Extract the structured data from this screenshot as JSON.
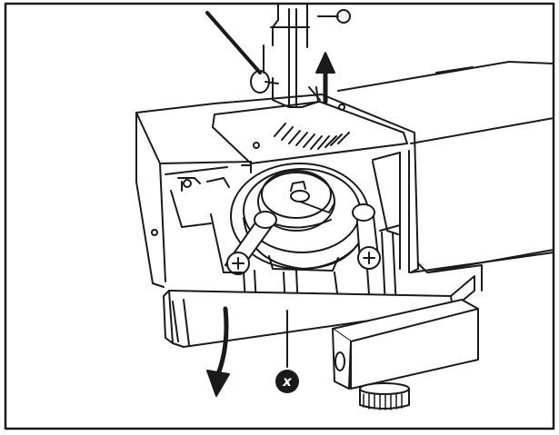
{
  "diagram": {
    "callout": {
      "label": "x"
    },
    "colors": {
      "line": "#1a1a1a",
      "fill": "#ffffff",
      "callout_bg": "#1a1a1a",
      "callout_text": "#ffffff"
    },
    "parts": [
      "presser-foot",
      "needle",
      "needle-plate",
      "bed-cover",
      "rotary-hook",
      "bobbin-case",
      "hook-retainer-lever-left",
      "hook-retainer-lever-right",
      "retainer-screw-left",
      "retainer-screw-right",
      "free-arm-cover",
      "knee-lift-bar",
      "adjust-foot"
    ],
    "arrows": [
      "up-arrow",
      "down-curved-arrow"
    ]
  }
}
